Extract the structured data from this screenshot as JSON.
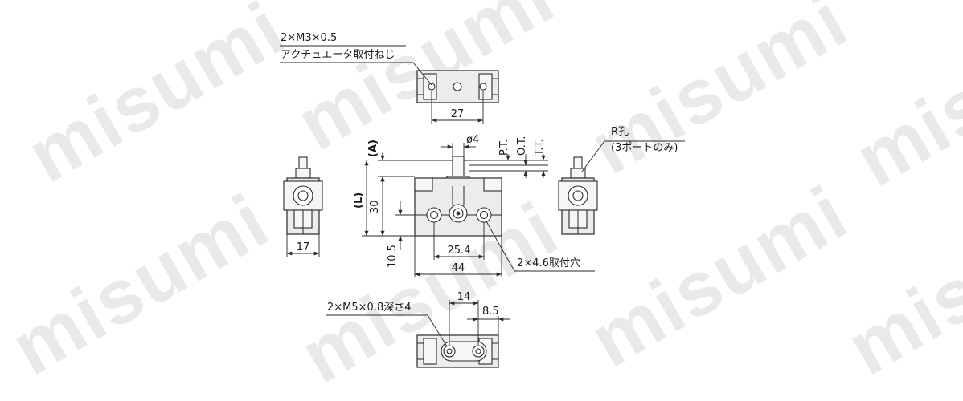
{
  "watermark": "misumi",
  "labels": {
    "top_thread": "2×M3×0.5",
    "top_thread_note": "アクチュエータ取付ねじ",
    "dim_27": "27",
    "dim_phi4": "ø4",
    "dim_pt": "P.T.",
    "dim_ot": "O.T.",
    "dim_tt": "T.T.",
    "dim_a": "(A)",
    "dim_l": "(L)",
    "dim_30": "30",
    "dim_10_5": "10.5",
    "dim_25_4": "25.4",
    "dim_44": "44",
    "mount_hole": "2×4.6取付穴",
    "dim_17": "17",
    "r_port": "R孔",
    "r_port_note": "(3ポートのみ)",
    "bottom_thread": "2×M5×0.8深さ4",
    "dim_14": "14",
    "dim_8_5": "8.5"
  }
}
